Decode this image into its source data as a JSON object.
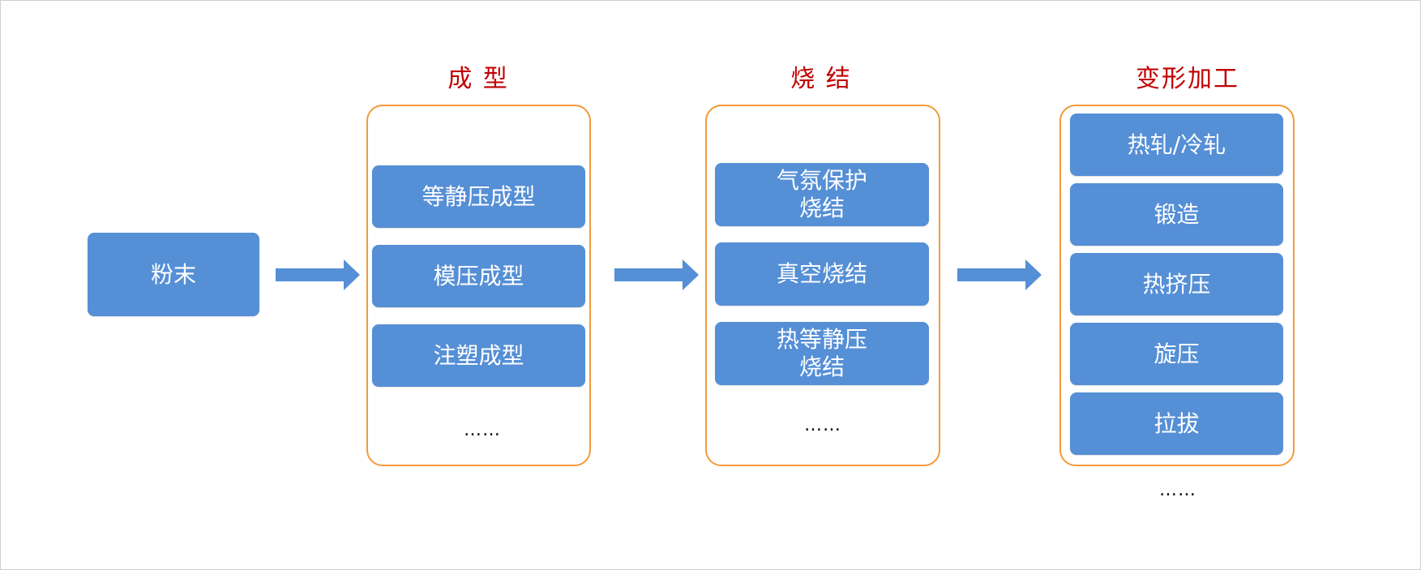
{
  "source_box": "粉末",
  "stages": [
    {
      "title": "成 型",
      "items": [
        "等静压成型",
        "模压成型",
        "注塑成型"
      ],
      "more": "……"
    },
    {
      "title": "烧 结",
      "items": [
        "气氛保护\n烧结",
        "真空烧结",
        "热等静压\n烧结"
      ],
      "more": "……"
    },
    {
      "title": "变形加工",
      "items": [
        "热轧/冷轧",
        "锻造",
        "热挤压",
        "旋压",
        "拉拔"
      ],
      "more": "……"
    }
  ],
  "colors": {
    "box_fill": "#558fd6",
    "group_border": "#f39a3a",
    "title_text": "#c00000",
    "arrow": "#558fd6"
  }
}
